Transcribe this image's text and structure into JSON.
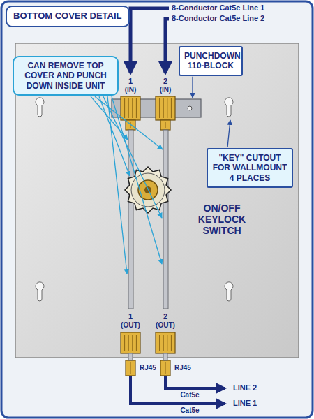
{
  "diagram": {
    "title": "BOTTOM COVER DETAIL",
    "nodes": [
      {
        "text": [
          "CAN REMOVE TOP COVER AND PUNCH DOWN INSIDE UNIT"
        ]
      },
      {
        "text": [
          "PUNCHDOWN 110-BLOCK"
        ]
      },
      {
        "text": [
          "\"KEY\" CUTOUT FOR WALLMOUNT 4 PLACES"
        ]
      }
    ],
    "labels": [
      "8-Conductor Cat5e Line 1",
      "8-Conductor Cat5e Line 2",
      "ON/OFF KEYLOCK SWITCH",
      "1",
      "(IN)",
      "2",
      "(IN)",
      "1",
      "(OUT)",
      "2",
      "(OUT)",
      "RJ45",
      "RJ45",
      "LINE 2",
      "Cat5e",
      "LINE 1",
      "Cat5e"
    ]
  }
}
